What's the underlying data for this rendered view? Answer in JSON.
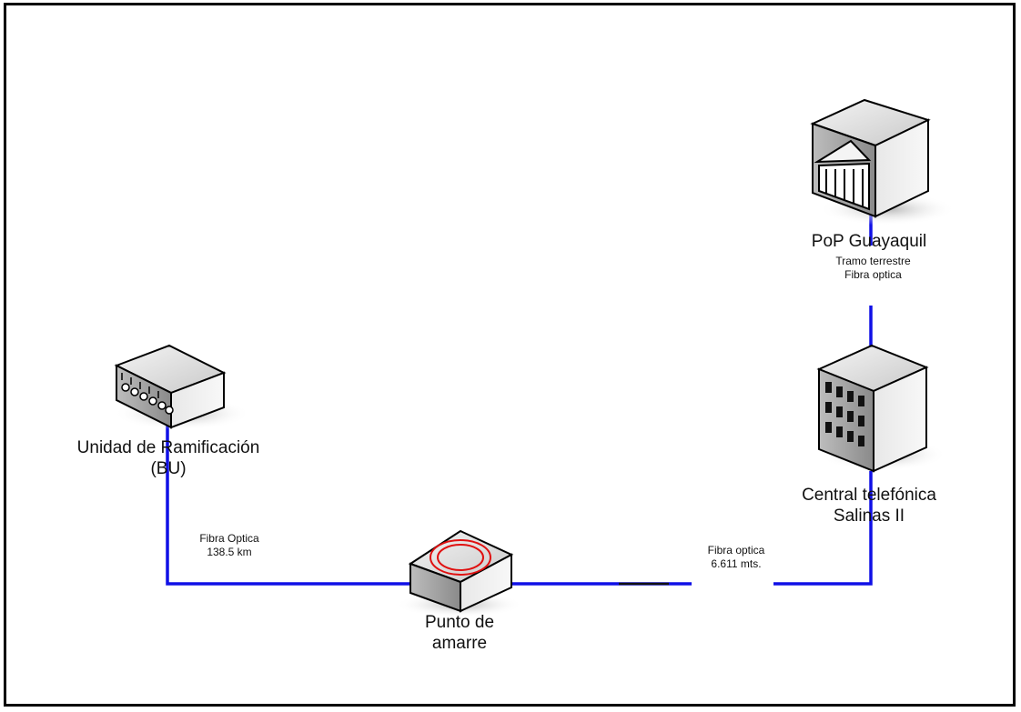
{
  "nodes": {
    "bu": {
      "line1": "Unidad de Ramificación",
      "line2": "(BU)"
    },
    "landing": {
      "line1": "Punto de",
      "line2": "amarre"
    },
    "central": {
      "line1": "Central telefónica",
      "line2": "Salinas II"
    },
    "pop": {
      "title": "PoP Guayaquil"
    }
  },
  "links": {
    "bu_landing": {
      "line1": "Fibra Optica",
      "line2": "138.5 km"
    },
    "landing_central": {
      "line1": "Fibra optica",
      "line2": "6.611 mts."
    },
    "central_pop": {
      "line1": "Tramo terrestre",
      "line2": "Fibra optica"
    }
  },
  "colors": {
    "link": "#1010e6",
    "frame": "#000000"
  }
}
